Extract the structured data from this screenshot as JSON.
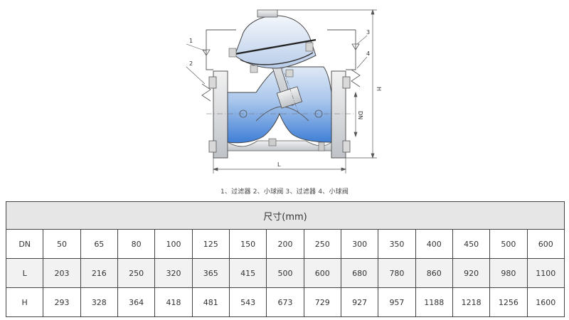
{
  "drawing": {
    "callouts": [
      "1",
      "2",
      "3",
      "4"
    ],
    "dim_labels": {
      "length": "L",
      "height": "H",
      "nominal": "DN"
    }
  },
  "caption": "1、过滤器 2、小球阀 3、过滤器 4、小球阀",
  "table": {
    "title": "尺寸(mm)",
    "rows": [
      {
        "head": "DN",
        "values": [
          "50",
          "65",
          "80",
          "100",
          "125",
          "150",
          "200",
          "250",
          "300",
          "350",
          "400",
          "450",
          "500",
          "600"
        ]
      },
      {
        "head": "L",
        "values": [
          "203",
          "216",
          "250",
          "320",
          "365",
          "415",
          "500",
          "600",
          "680",
          "780",
          "860",
          "920",
          "980",
          "1100"
        ]
      },
      {
        "head": "H",
        "values": [
          "293",
          "328",
          "364",
          "418",
          "481",
          "543",
          "673",
          "729",
          "927",
          "957",
          "1188",
          "1218",
          "1256",
          "1600"
        ]
      }
    ]
  }
}
